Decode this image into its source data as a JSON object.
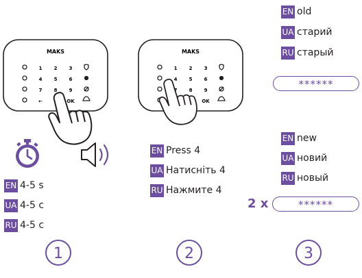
{
  "keypad": {
    "brand": "MAKS",
    "rows": [
      [
        "",
        "1",
        "2",
        "3",
        ""
      ],
      [
        "",
        "4",
        "5",
        "6",
        ""
      ],
      [
        "",
        "7",
        "8",
        "9",
        ""
      ],
      [
        "",
        "←",
        "0",
        "OK",
        ""
      ]
    ]
  },
  "step1": {
    "number": "1",
    "lines": [
      {
        "lang": "EN",
        "text": "4-5 s"
      },
      {
        "lang": "UA",
        "text": "4-5 с"
      },
      {
        "lang": "RU",
        "text": "4-5 с"
      }
    ]
  },
  "step2": {
    "number": "2",
    "lines": [
      {
        "lang": "EN",
        "text": "Press 4"
      },
      {
        "lang": "UA",
        "text": "Натисніть 4"
      },
      {
        "lang": "RU",
        "text": "Нажмите 4"
      }
    ]
  },
  "step3": {
    "number": "3",
    "old_lines": [
      {
        "lang": "EN",
        "text": "old"
      },
      {
        "lang": "UA",
        "text": "старий"
      },
      {
        "lang": "RU",
        "text": "старый"
      }
    ],
    "old_password": "******",
    "new_lines": [
      {
        "lang": "EN",
        "text": "new"
      },
      {
        "lang": "UA",
        "text": "новий"
      },
      {
        "lang": "RU",
        "text": "новый"
      }
    ],
    "repeat_label": "2 x",
    "new_password": "******"
  },
  "colors": {
    "accent": "#6b4ea0",
    "ink": "#231f20"
  }
}
